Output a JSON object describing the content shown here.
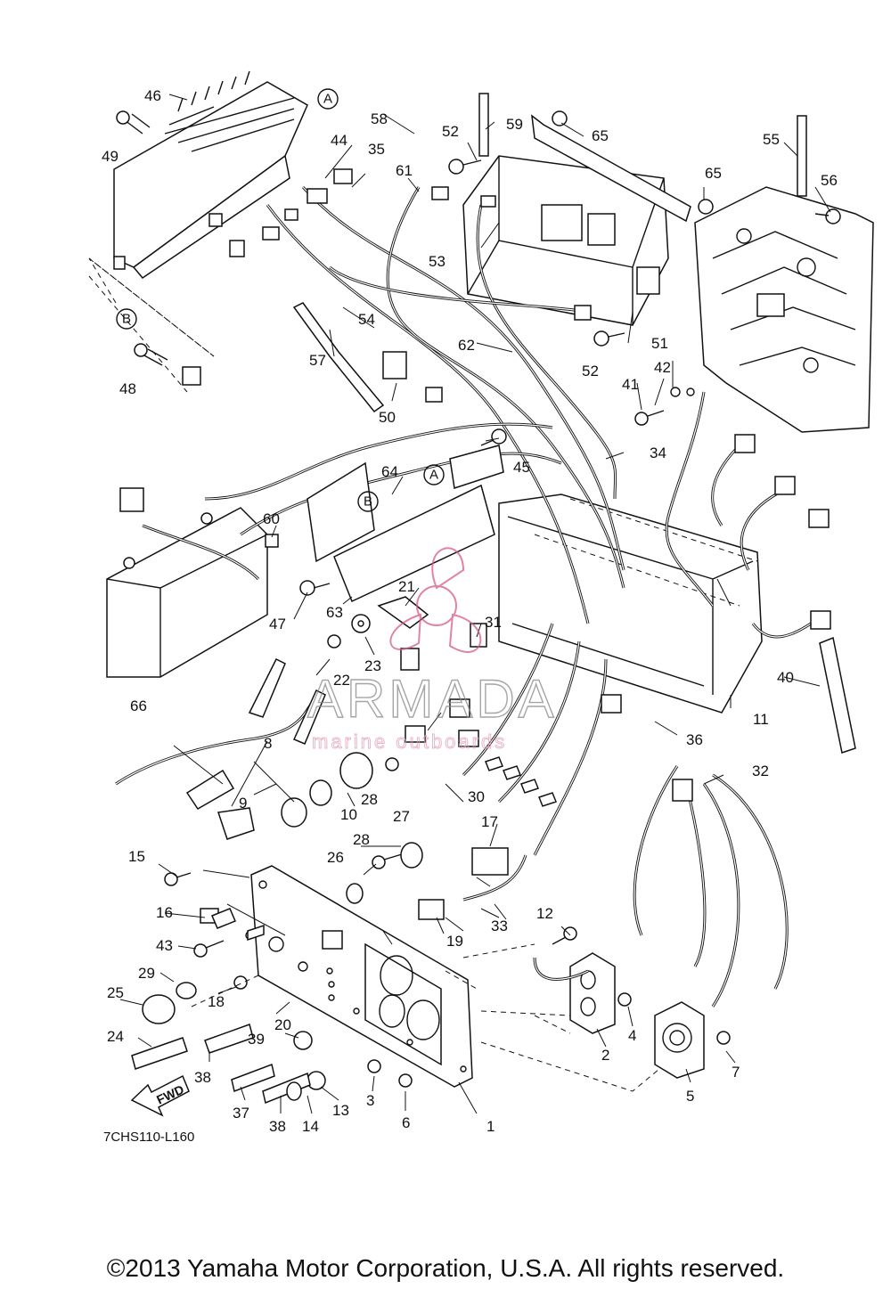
{
  "figure_code": "7CHS110-L160",
  "copyright": "©2013 Yamaha Motor Corporation, U.S.A. All rights reserved.",
  "watermark": {
    "text": "ARMADA",
    "subtext": "marine outboards",
    "color": "#d65a86"
  },
  "fwd_label": "FWD",
  "callouts": {
    "A": "A",
    "B": "B"
  },
  "labels": {
    "n1": "1",
    "n2": "2",
    "n3": "3",
    "n4": "4",
    "n5": "5",
    "n6": "6",
    "n7": "7",
    "n8": "8",
    "n9": "9",
    "n10": "10",
    "n11": "11",
    "n12": "12",
    "n13": "13",
    "n14": "14",
    "n15": "15",
    "n16": "16",
    "n17": "17",
    "n18": "18",
    "n19": "19",
    "n20": "20",
    "n21": "21",
    "n22": "22",
    "n23": "23",
    "n24": "24",
    "n25": "25",
    "n26": "26",
    "n27": "27",
    "n28a": "28",
    "n28b": "28",
    "n29": "29",
    "n30": "30",
    "n31": "31",
    "n32": "32",
    "n33": "33",
    "n34": "34",
    "n35": "35",
    "n36": "36",
    "n37": "37",
    "n38a": "38",
    "n38b": "38",
    "n39": "39",
    "n40": "40",
    "n41": "41",
    "n42": "42",
    "n43": "43",
    "n44": "44",
    "n45": "45",
    "n46": "46",
    "n47": "47",
    "n48": "48",
    "n49": "49",
    "n50": "50",
    "n51": "51",
    "n52a": "52",
    "n52b": "52",
    "n53": "53",
    "n54": "54",
    "n55": "55",
    "n56": "56",
    "n57": "57",
    "n58": "58",
    "n59": "59",
    "n60": "60",
    "n61": "61",
    "n62": "62",
    "n63": "63",
    "n64": "64",
    "n65a": "65",
    "n65b": "65",
    "n66": "66"
  },
  "icons": [
    "fwd-arrow-icon",
    "watermark-propeller-icon"
  ]
}
